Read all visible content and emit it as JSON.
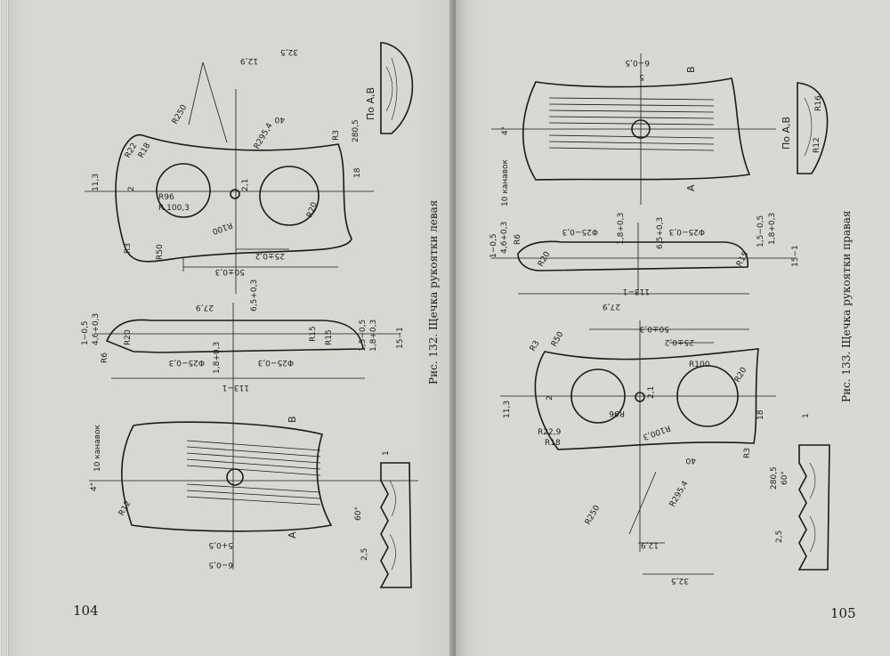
{
  "left_page": {
    "number": "104",
    "caption": "Рис. 132. Щечка рукоятки левая",
    "labels": {
      "a_r250": "R250",
      "a_r2954": "R295,4",
      "a_129": "12,9",
      "a_325": "32,5",
      "a_40": "40",
      "a_2805": "280,5",
      "a_section": "По А,В",
      "a_r3_top": "R3",
      "a_18": "18",
      "a_r22": "R22",
      "a_r18": "R18",
      "a_113": "11,3",
      "a_2": "2",
      "a_r96": "R96",
      "a_r1003": "R 100,3",
      "a_21": "2,1",
      "a_r100": "R100",
      "a_r20": "R20",
      "a_r3_bot": "R3",
      "a_r50": "R50",
      "a_25": "25±0,2",
      "a_50": "50±0,3",
      "b_279": "27,9",
      "b_65": "6,5+0,3",
      "b_15": "1−0,5",
      "b_46": "4,6+0,3",
      "b_r20": "R20",
      "b_r6": "R6",
      "b_r15a": "R15",
      "b_r15b": "R15",
      "b_1505": "1,5−0,5",
      "b_18": "1,8+0,3",
      "b_151": "15−1",
      "b_18b": "1,8+0,3",
      "b_d25a": "Φ25−0,3",
      "b_d25b": "Φ25−0,3",
      "b_1131": "113−1",
      "c_10": "10 канавок",
      "c_4": "4°",
      "c_r12": "R12",
      "c_A": "А",
      "c_B": "В",
      "c_5": "5+0,5",
      "c_6": "6−0,5",
      "c_1": "1",
      "c_60": "60°",
      "c_25": "2,5"
    }
  },
  "right_page": {
    "number": "105",
    "caption": "Рис. 133. Щечка рукоятки правая",
    "labels": {
      "a_6": "6−0,5",
      "a_5": "5",
      "a_B": "В",
      "a_4": "4°",
      "a_10": "10 канавок",
      "a_A": "А",
      "a_section": "По А,В",
      "a_r16": "R16",
      "a_r12": "R12",
      "b_15": "1−0,5",
      "b_46": "4,6+0,3",
      "b_r6": "R6",
      "b_r20": "R20",
      "b_d25a": "Φ25−0,3",
      "b_18a": "1,8+0,3",
      "b_65": "6,5+0,3",
      "b_d25b": "Φ25−0,3",
      "b_1505": "1,5−0,5",
      "b_18b": "1,8+0,3",
      "b_r15": "R15",
      "b_151": "15−1",
      "b_1131": "113−1",
      "c_279": "27,9",
      "c_r3_top": "R3",
      "c_r50": "R50",
      "c_50": "50±0,3",
      "c_25": "25±0,2",
      "c_r100": "R100",
      "c_r20": "R20",
      "c_113": "11,3",
      "c_2": "2",
      "c_21": "2,1",
      "c_r96": "R96",
      "c_r229": "R22,9",
      "c_r18": "R18",
      "c_r1003": "R100,3",
      "c_18": "18",
      "c_40": "40",
      "c_r3_bot": "R3",
      "c_r250": "R250",
      "c_r2954": "R295,4",
      "c_129": "12,9",
      "c_325": "32,5",
      "d_1": "1",
      "d_2805": "280,5",
      "d_60": "60°",
      "d_25": "2,5"
    }
  }
}
